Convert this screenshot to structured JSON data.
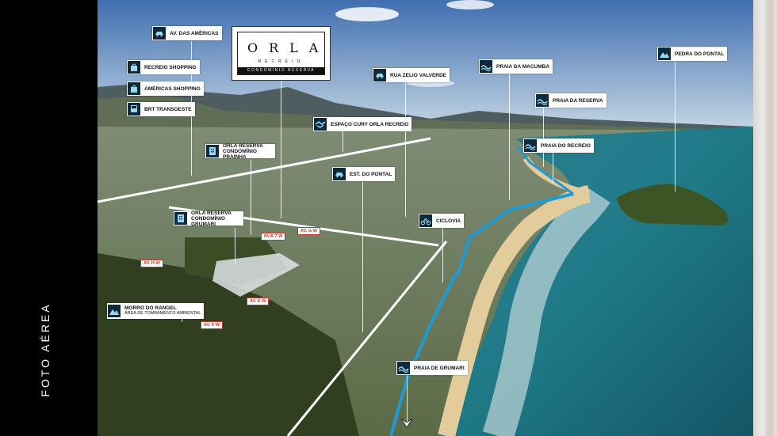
{
  "side_title": "FOTO AÉREA",
  "logo": {
    "main": "ORLA",
    "sub": "RECREIO",
    "bar": "CONDOMÍNIO RESERVA"
  },
  "labels": {
    "av_americas": "AV. DAS AMÉRICAS",
    "recreio_shopping": "RECREIO SHOPPING",
    "americas_shopping": "AMÉRICAS SHOPPING",
    "brt": "BRT TRANSOESTE",
    "orla_prainha": "ORLA RESERVA CONDOMÍNIO PRAINHA",
    "espaco_cury": "ESPAÇO CURY ORLA RECREIO",
    "rua_zelio": "RUA ZELIO VALVERDE",
    "praia_macumba": "PRAIA DA MACUMBA",
    "pedra_pontal": "PEDRA DO PONTAL",
    "praia_reserva": "PRAIA DA RESERVA",
    "praia_recreio": "PRAIA DO RECREIO",
    "est_pontal": "EST. DO PONTAL",
    "orla_grumari": "ORLA RESERVA CONDOMÍNIO GRUMARI",
    "ciclovia": "CICLOVIA",
    "morro_rangel": "MORRO DO RANGEL",
    "morro_rangel_sub": "ÁREA DE TOMBAMENTO AMBIENTAL",
    "praia_grumari": "PRAIA DE GRUMARI"
  },
  "streets": {
    "rua7w": "RUA 7-W",
    "avgw": "AV. G-W",
    "avhw": "AV. H-W",
    "avew": "AV. E-W",
    "avfw": "AV. F-W"
  },
  "icons": [
    "car-icon",
    "shopping-bag-icon",
    "bus-icon",
    "building-icon",
    "handshake-icon",
    "wave-icon",
    "mountain-icon",
    "bike-icon"
  ]
}
